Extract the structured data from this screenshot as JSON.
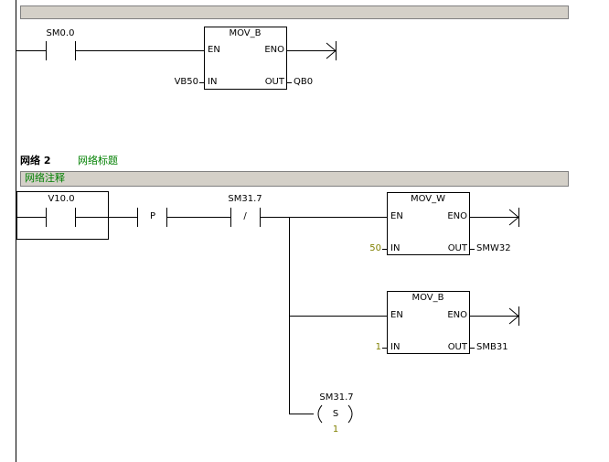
{
  "network1": {
    "contact_label": "SM0.0",
    "block_title": "MOV_B",
    "pin_en": "EN",
    "pin_eno": "ENO",
    "pin_in": "IN",
    "pin_out": "OUT",
    "in_operand": "VB50",
    "out_operand": "QB0"
  },
  "network2": {
    "header": "网络 2",
    "title": "网络标题",
    "comment": "网络注释",
    "contact1_label": "V10.0",
    "pos_edge_label": "P",
    "contact2_label": "SM31.7",
    "contact2_symbol": "/",
    "block1": {
      "title": "MOV_W",
      "pin_en": "EN",
      "pin_eno": "ENO",
      "pin_in": "IN",
      "pin_out": "OUT",
      "in_operand": "50",
      "out_operand": "SMW32"
    },
    "block2": {
      "title": "MOV_B",
      "pin_en": "EN",
      "pin_eno": "ENO",
      "pin_in": "IN",
      "pin_out": "OUT",
      "in_operand": "1",
      "out_operand": "SMB31"
    },
    "coil": {
      "label": "SM31.7",
      "type": "S",
      "count": "1"
    }
  },
  "colors": {
    "bar_fill": "#d4d0c8",
    "comment_text": "#008000",
    "constant_text": "#808000"
  }
}
